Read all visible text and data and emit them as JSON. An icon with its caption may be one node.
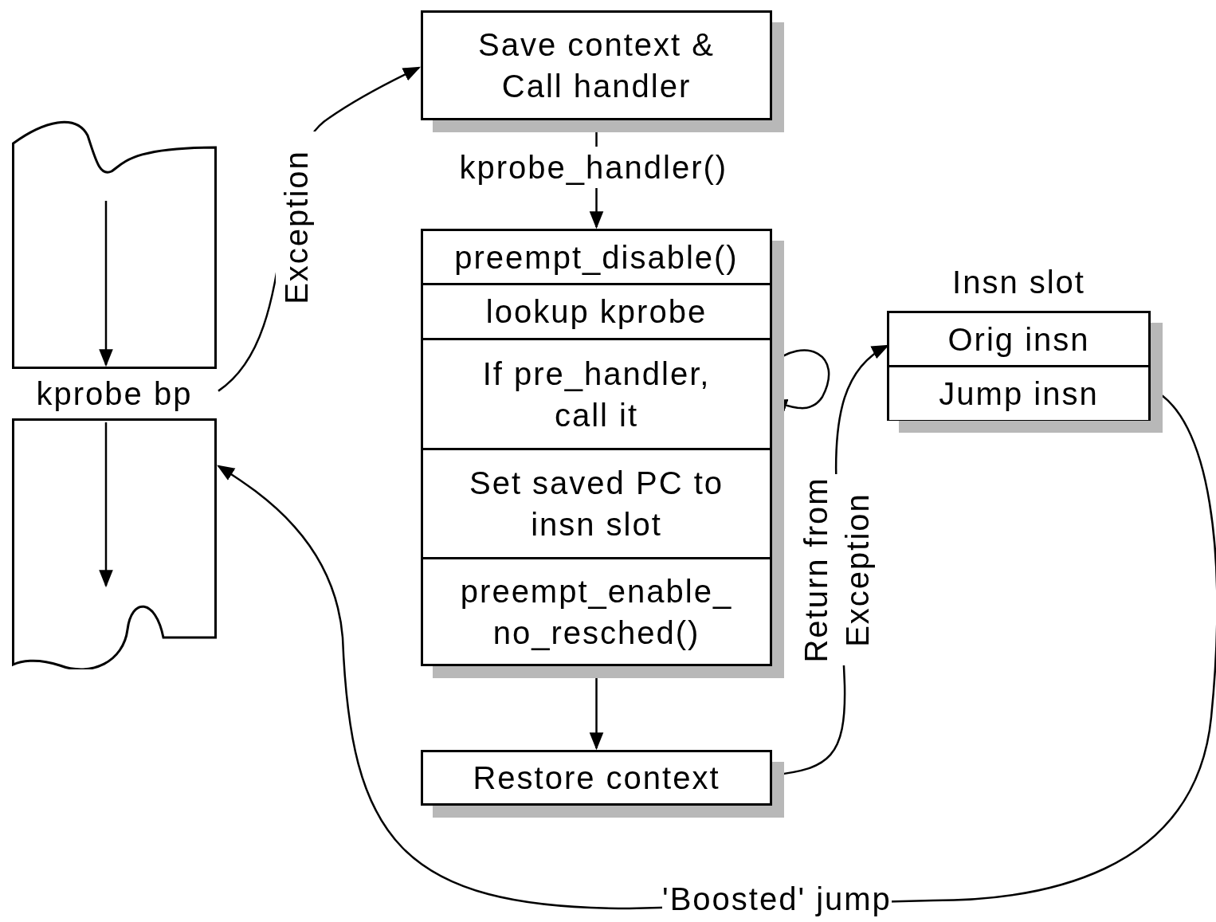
{
  "diagram": {
    "nodes": [
      {
        "text": [],
        "shape": "box"
      },
      {
        "text": [
          "kprobe bp"
        ],
        "in": 0
      },
      {
        "text": [
          "Save context & Call handler"
        ]
      },
      {
        "text": [],
        "shape": "box"
      },
      {
        "text": [
          "preempt_disable()"
        ],
        "in": 3
      },
      {
        "text": [
          "lookup kprobe"
        ],
        "in": 3
      },
      {
        "text": [
          "If pre_handler, call it"
        ],
        "in": 3
      },
      {
        "text": [
          "Set saved PC to insn slot"
        ],
        "in": 3
      },
      {
        "text": [
          "preempt_enable_ no_resched()"
        ],
        "in": 3
      },
      {
        "text": [
          "Restore context"
        ]
      },
      {
        "text": [
          "Insn slot"
        ]
      },
      {
        "text": [
          "Orig insn"
        ],
        "in": 10
      },
      {
        "text": [
          "Jump insn"
        ],
        "in": 10
      }
    ],
    "edges": [
      {
        "from": null,
        "to": 1,
        "arrow": "to"
      },
      {
        "from": 1,
        "to": null,
        "arrow": "to"
      },
      {
        "from": 1,
        "to": 2,
        "arrow": "to",
        "label": "Exception"
      },
      {
        "from": 2,
        "to": 3,
        "arrow": "to",
        "label": "kprobe_handler()"
      },
      {
        "from": 6,
        "to": 6,
        "arrow": "to"
      },
      {
        "from": 3,
        "to": 9,
        "arrow": "to"
      },
      {
        "from": 9,
        "to": 11,
        "arrow": "to",
        "label": "Return from Exception"
      },
      {
        "from": 12,
        "to": 0,
        "arrow": "to",
        "label": "'Boosted' jump"
      }
    ]
  }
}
